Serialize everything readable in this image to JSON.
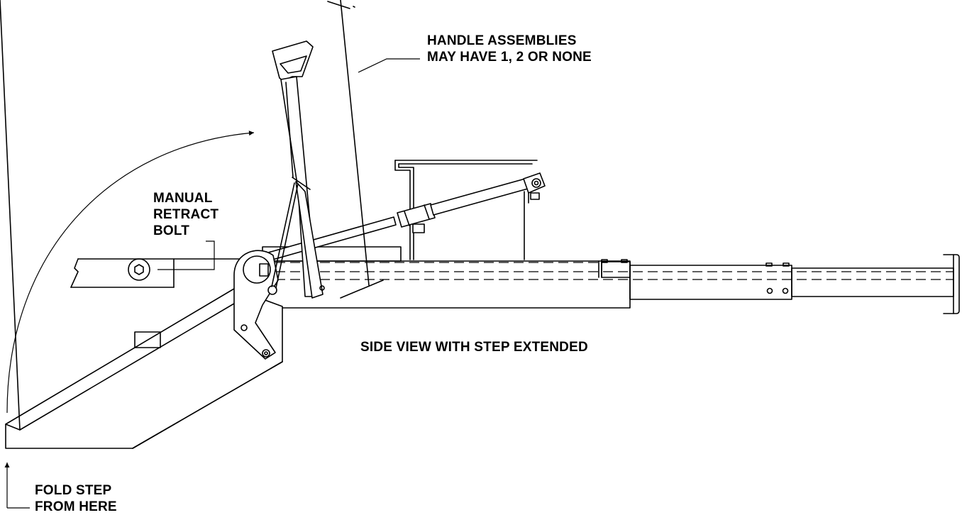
{
  "labels": {
    "handle_line1": "HANDLE ASSEMBLIES",
    "handle_line2": "MAY HAVE 1, 2 OR NONE",
    "bolt_line1": "MANUAL",
    "bolt_line2": "RETRACT",
    "bolt_line3": "BOLT",
    "view_caption": "SIDE VIEW WITH STEP EXTENDED",
    "fold_line1": "FOLD STEP",
    "fold_line2": "FROM HERE"
  },
  "colors": {
    "line": "#000000",
    "background": "#ffffff"
  }
}
